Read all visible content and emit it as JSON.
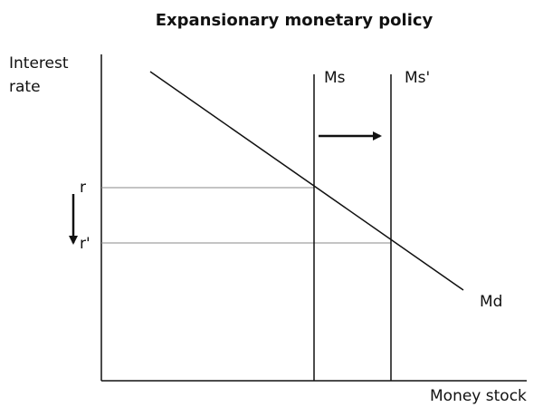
{
  "title": "Expansionary monetary policy",
  "y_axis_label_line1": "Interest",
  "y_axis_label_line2": "rate",
  "x_axis_label": "Money stock",
  "curves": {
    "money_supply_initial": "Ms",
    "money_supply_new": "Ms'",
    "money_demand": "Md"
  },
  "rates": {
    "initial": "r",
    "new": "r'"
  },
  "icons": {
    "shift_arrow": "arrow-right-icon",
    "rate_change_arrow": "arrow-down-icon"
  },
  "colors": {
    "line": "#111111",
    "guide": "#888888",
    "background": "#ffffff"
  }
}
